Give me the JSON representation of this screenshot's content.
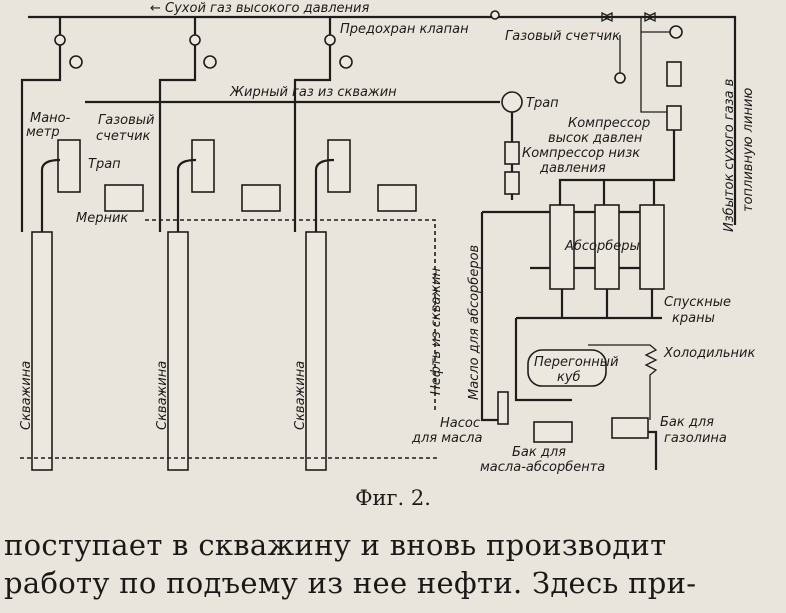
{
  "figure": {
    "labels": {
      "dry_gas_high_pressure": "← Сухой газ высокого давления",
      "safety_valve": "Предохран клапан",
      "gas_meter_top": "Газовый счетчик",
      "rich_gas_from_wells": "Жирный газ из скважин",
      "trap_main": "Трап",
      "compressor_high": "Компрессор",
      "compressor_high_2": "высок давлен",
      "compressor_low": "Компрессор низк",
      "compressor_low_2": "давления",
      "excess_dry_gas_1": "Избыток сухого газа в",
      "excess_dry_gas_2": "топливную линию",
      "manometer_1": "Мано-",
      "manometer_2": "метр",
      "gas_meter_well_1": "Газовый",
      "gas_meter_well_2": "счетчик",
      "trap_well": "Трап",
      "measuring_tank": "Мерник",
      "well_1": "Скважина",
      "well_2": "Скважина",
      "well_3": "Скважина",
      "oil_from_wells": "Нефть из скважин",
      "oil_for_absorbers": "Масло для абсорберов",
      "absorbers": "Абсорберы",
      "drain_cocks_1": "Спускные",
      "drain_cocks_2": "краны",
      "still_1": "Перегонный",
      "still_2": "куб",
      "cooler": "Холодильник",
      "oil_pump_1": "Насос",
      "oil_pump_2": "для масла",
      "absorbent_tank_1": "Бак для",
      "absorbent_tank_2": "масла-абсорбента",
      "gasoline_tank_1": "Бак для",
      "gasoline_tank_2": "газолина"
    },
    "caption": "Фиг. 2."
  },
  "body_text": {
    "line1": "поступает в скважину и вновь производит",
    "line2": "работу по подъему из нее нефти. Здесь при-"
  }
}
